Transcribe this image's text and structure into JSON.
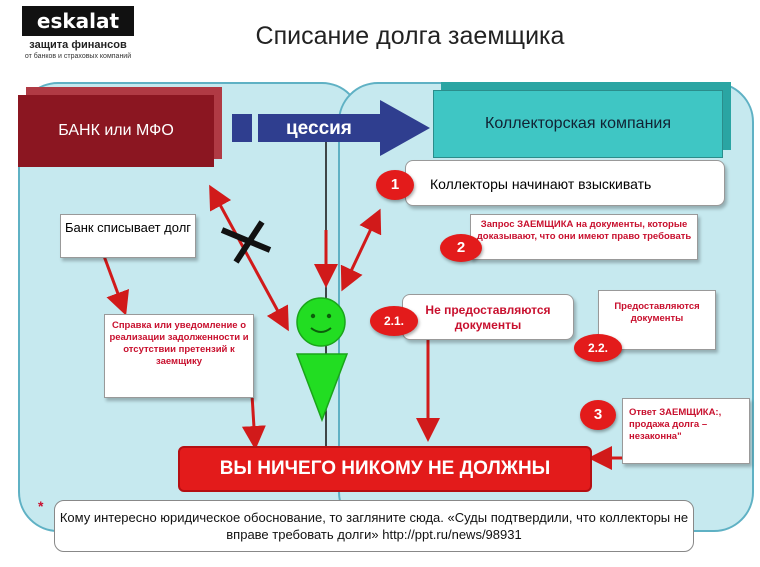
{
  "logo": {
    "word": "eskalat",
    "line1": "защита финансов",
    "line2": "от банков и страховых компаний"
  },
  "title": "Списание долга заемщика",
  "bank": "БАНК или МФО",
  "cession": "цессия",
  "collector": "Коллекторская компания",
  "bank_writes_off": "Банк списывает долг",
  "certificate": "Справка или уведомление о реализации задолженности и отсутствии претензий к заемщику",
  "steps": [
    {
      "badge": "1",
      "text": "Коллекторы начинают взыскивать"
    },
    {
      "badge": "2",
      "text": "Запрос ЗАЕМЩИКА на документы, которые доказывают, что они имеют право требовать"
    },
    {
      "badge": "2.1.",
      "text": "Не предоставляются документы"
    },
    {
      "badge": "2.2.",
      "text": "Предоставляются документы"
    },
    {
      "badge": "3",
      "text": "Ответ ЗАЕМЩИКА:, продажа долга – незаконна\""
    }
  ],
  "result": "ВЫ НИЧЕГО НИКОМУ НЕ ДОЛЖНЫ",
  "asterisk": "*",
  "footer": "Кому интересно юридическое обоснование, то загляните сюда. «Суды подтвердили, что коллекторы не вправе требовать долги» http://ppt.ru/news/98931",
  "colors": {
    "bank": "#8b1621",
    "collector": "#3fc6c4",
    "panel": "#c6e9ef",
    "accent_red": "#e31b1b",
    "cession_arrow": "#2f3e8f",
    "person": "#22dd22"
  }
}
